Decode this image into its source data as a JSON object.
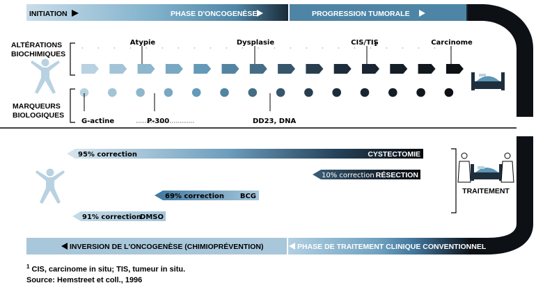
{
  "phases": {
    "initiation": "INITIATION",
    "oncogenese": "PHASE D'ONCOGENÈSE",
    "progression": "PROGRESSION TUMORALE",
    "inversion": "INVERSION DE L'ONCOGENÈSE (CHIMIOPRÉVENTION)",
    "traitement_clinique": "PHASE DE TRAITEMENT CLINIQUE CONVENTIONNEL"
  },
  "rows": {
    "alterations": [
      "ALTÉRATIONS",
      "BIOCHIMIQUES"
    ],
    "marqueurs": [
      "MARQUEURS",
      "BIOLOGIQUES"
    ]
  },
  "stages": [
    "Atypie",
    "Dysplasie",
    "CIS/TIS",
    "Carcinome"
  ],
  "cis_superscript": "1",
  "markers": [
    "G-actine",
    "P-300",
    "DD23, DNA"
  ],
  "treatments": [
    {
      "correction": "95% correction",
      "name": "CYSTECTOMIE"
    },
    {
      "correction": "10% correction",
      "name": "RÉSECTION"
    },
    {
      "correction": "69% correction",
      "name": "BCG"
    },
    {
      "correction": "91% correction",
      "name": "DMSO"
    }
  ],
  "traitement_label": "TRAITEMENT",
  "footnote": {
    "marker": "1",
    "line1": "CIS, carcinome in situ; TIS, tumeur in situ.",
    "line2": "Source: Hemstreet et coll., 1996"
  },
  "colors": {
    "light": "#b8d2e1",
    "mid": "#5d95b4",
    "dark": "#1e2e3d",
    "black": "#0d1115"
  }
}
